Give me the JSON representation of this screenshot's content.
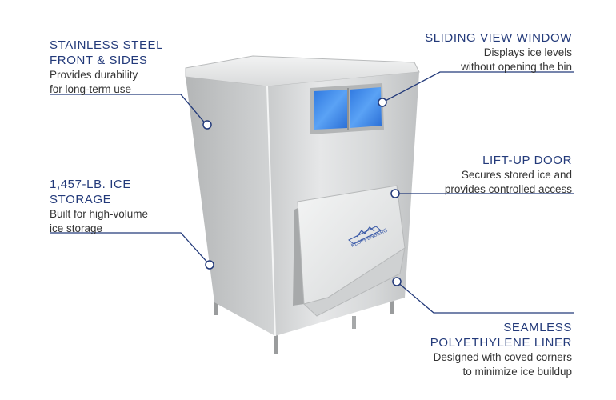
{
  "callouts": {
    "steel": {
      "title_lines": [
        "STAINLESS STEEL",
        "FRONT & SIDES"
      ],
      "desc_lines": [
        "Provides durability",
        "for long-term use"
      ]
    },
    "storage": {
      "title_lines": [
        "1,457-LB. ICE",
        "STORAGE"
      ],
      "desc_lines": [
        "Built for high-volume",
        "ice storage"
      ]
    },
    "window": {
      "title_lines": [
        "SLIDING VIEW WINDOW"
      ],
      "desc_lines": [
        "Displays ice levels",
        "without opening the bin"
      ]
    },
    "door": {
      "title_lines": [
        "LIFT-UP DOOR"
      ],
      "desc_lines": [
        "Secures stored ice and",
        "provides controlled access"
      ]
    },
    "liner": {
      "title_lines": [
        "SEAMLESS",
        "POLYETHYLENE LINER"
      ],
      "desc_lines": [
        "Designed with coved corners",
        "to minimize ice buildup"
      ]
    }
  },
  "brand": {
    "logo_text": "KLOPPENBERG"
  },
  "colors": {
    "accent": "#233a7a",
    "line": "#233a7a",
    "text": "#333333"
  }
}
